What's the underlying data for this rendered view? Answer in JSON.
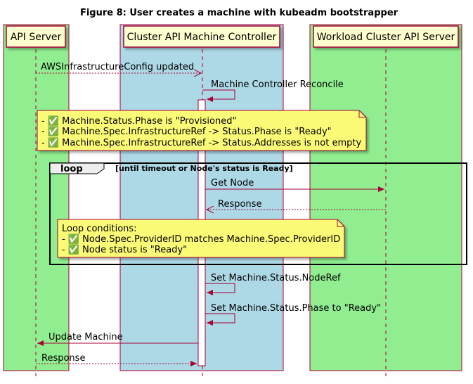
{
  "title": "Figure 8: User creates a machine with kubeadm bootstrapper",
  "participants": [
    "API Server",
    "Cluster API Machine Controller",
    "Workload Cluster API Server"
  ],
  "messages": {
    "m1": "AWSInfrastructureConfig updated",
    "m2": "Machine Controller Reconcile",
    "m3": "Get Node",
    "m4": "Response",
    "m5": "Set Machine.Status.NodeRef",
    "m6": "Set Machine.Status.Phase to \"Ready\"",
    "m7": "Update Machine",
    "m8": "Response"
  },
  "note1": [
    "- ✅ Machine.Status.Phase is \"Provisioned\"",
    "- ✅ Machine.Spec.InfrastructureRef -> Status.Phase is \"Ready\"",
    "- ✅ Machine.Spec.InfrastructureRef -> Status.Addresses is not empty"
  ],
  "loop": {
    "keyword": "loop",
    "condition": "[until timeout or Node's status is Ready]"
  },
  "note2": [
    "Loop conditions:",
    "- ✅ Node.Spec.ProviderID matches Machine.Spec.ProviderID",
    "- ✅ Node status is \"Ready\""
  ],
  "colors": {
    "green_box": "#90ee90",
    "blue_box": "#add8e6",
    "participant_fill": "#fefece",
    "note_fill": "#fbfb77",
    "arrow": "#a80036",
    "check": "#7fa32f"
  }
}
